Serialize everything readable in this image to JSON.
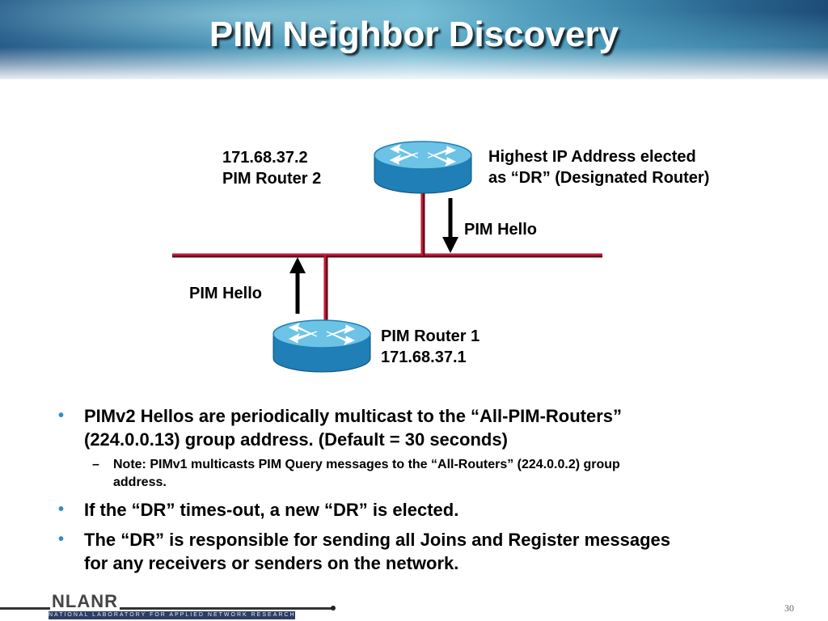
{
  "slide": {
    "title": "PIM Neighbor Discovery",
    "page_number": "30"
  },
  "diagram": {
    "router2": {
      "ip": "171.68.37.2",
      "name": "PIM Router 2"
    },
    "router1": {
      "name": "PIM Router 1",
      "ip": "171.68.37.1"
    },
    "dr_note": {
      "line1": "Highest IP Address elected",
      "line2": "as  “DR” (Designated Router)"
    },
    "hello_top": "PIM Hello",
    "hello_bottom": "PIM Hello"
  },
  "bullets": {
    "b1": {
      "line1": "PIMv2 Hellos are periodically multicast to the “All-PIM-Routers”",
      "line2": "(224.0.0.13) group address.    (Default = 30 seconds)",
      "sub1": {
        "line1": "Note: PIMv1 multicasts PIM Query messages to the “All-Routers” (224.0.0.2) group",
        "line2": "address."
      }
    },
    "b2": "If the “DR” times-out, a new “DR” is elected.",
    "b3": {
      "line1": "The “DR” is responsible for sending all Joins and Register messages",
      "line2": "for any receivers or senders on the network."
    }
  },
  "footer": {
    "logo_name": "NLANR",
    "logo_tagline": "NATIONAL LABORATORY FOR APPLIED NETWORK RESEARCH"
  },
  "colors": {
    "network_line": "#b5122a",
    "router_body": "#1f7fb6",
    "router_top": "#6cc3e6",
    "bullet": "#2a8fc0"
  }
}
